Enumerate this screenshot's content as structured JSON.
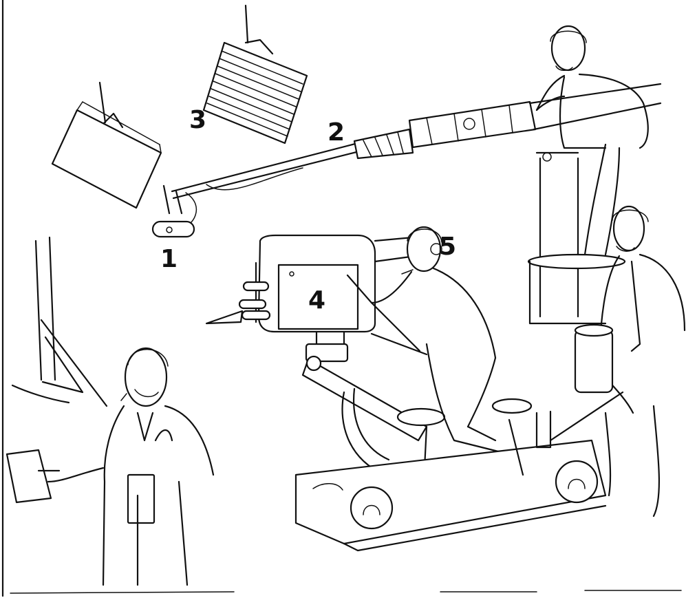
{
  "callouts": {
    "microphone": "1",
    "boom": "2",
    "light_right": "3",
    "camera": "4",
    "cameraman": "5"
  }
}
